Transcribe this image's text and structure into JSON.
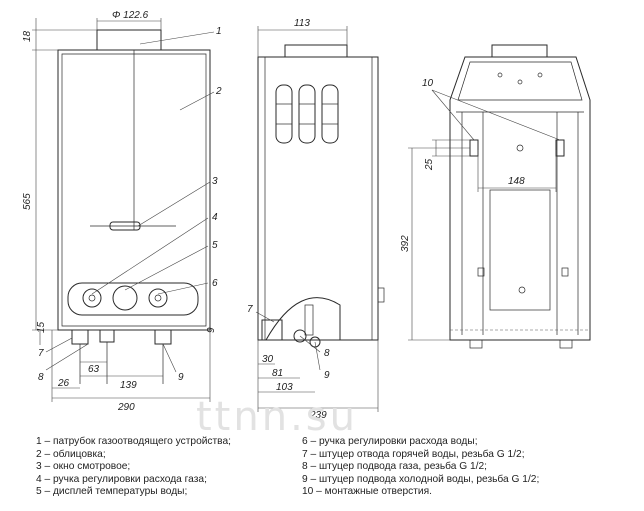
{
  "watermark": "ttnn.su",
  "callouts": [
    "1",
    "2",
    "3",
    "4",
    "5",
    "6",
    "7",
    "8",
    "9",
    "10"
  ],
  "dimensions": {
    "front_top": "Φ 122.6",
    "front_height": "565",
    "front_top_offset": "18",
    "front_bottom_left": "15",
    "front_bottom_right": "9",
    "front_63": "63",
    "front_139": "139",
    "front_26": "26",
    "front_290": "290",
    "side_top": "113",
    "side_30": "30",
    "side_81": "81",
    "side_103": "103",
    "side_239": "239",
    "back_25": "25",
    "back_148": "148",
    "back_392": "392"
  },
  "legend": {
    "left": [
      "1 – патрубок газоотводящего устройства;",
      "2 – облицовка;",
      "3 – окно смотровое;",
      "4 – ручка регулировки расхода газа;",
      "5 – дисплей температуры воды;"
    ],
    "right": [
      "6 – ручка регулировки расхода воды;",
      "7 – штуцер отвода горячей воды, резьба G 1/2;",
      "8 – штуцер подвода газа, резьба G 1/2;",
      "9 – штуцер подвода холодной воды, резьба G 1/2;",
      "10 – монтажные отверстия."
    ]
  }
}
